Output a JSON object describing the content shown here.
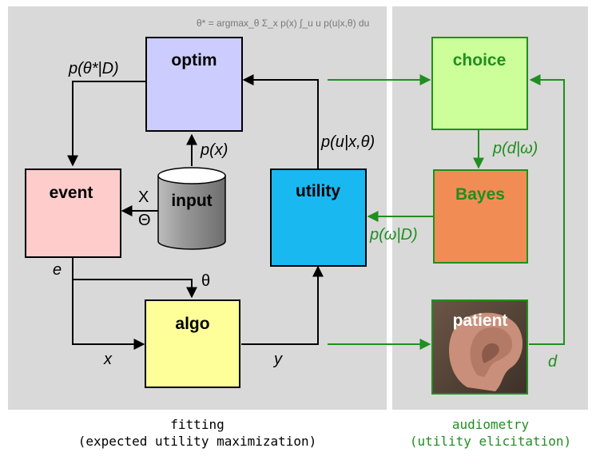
{
  "formula": "θ* = argmax_θ Σ_x p(x) ∫_u u p(u|x,θ) du",
  "boxes": {
    "optim": "optim",
    "event": "event",
    "input": "input",
    "utility": "utility",
    "algo": "algo",
    "choice": "choice",
    "bayes": "Bayes",
    "patient": "patient"
  },
  "labels": {
    "p_theta_star_D": "p(θ*|D)",
    "p_x": "p(x)",
    "p_u_x_theta": "p(u|x,θ)",
    "X": "X",
    "Theta_cap": "Θ",
    "e": "e",
    "theta": "θ",
    "x": "x",
    "y": "y",
    "p_d_omega": "p(d|ω)",
    "p_omega_D": "p(ω|D)",
    "d": "d"
  },
  "captions": {
    "left_line1": "fitting",
    "left_line2": "(expected utility maximization)",
    "right_line1": "audiometry",
    "right_line2": "(utility elicitation)"
  },
  "colors": {
    "panel_bg": "#d9d9d9",
    "optim": "#ccccff",
    "event": "#ffcccc",
    "utility": "#1ab8f0",
    "algo": "#ffff99",
    "choice": "#ccff99",
    "bayes": "#f28c55",
    "green": "#1f8f1f",
    "input_gray": "#999999"
  }
}
